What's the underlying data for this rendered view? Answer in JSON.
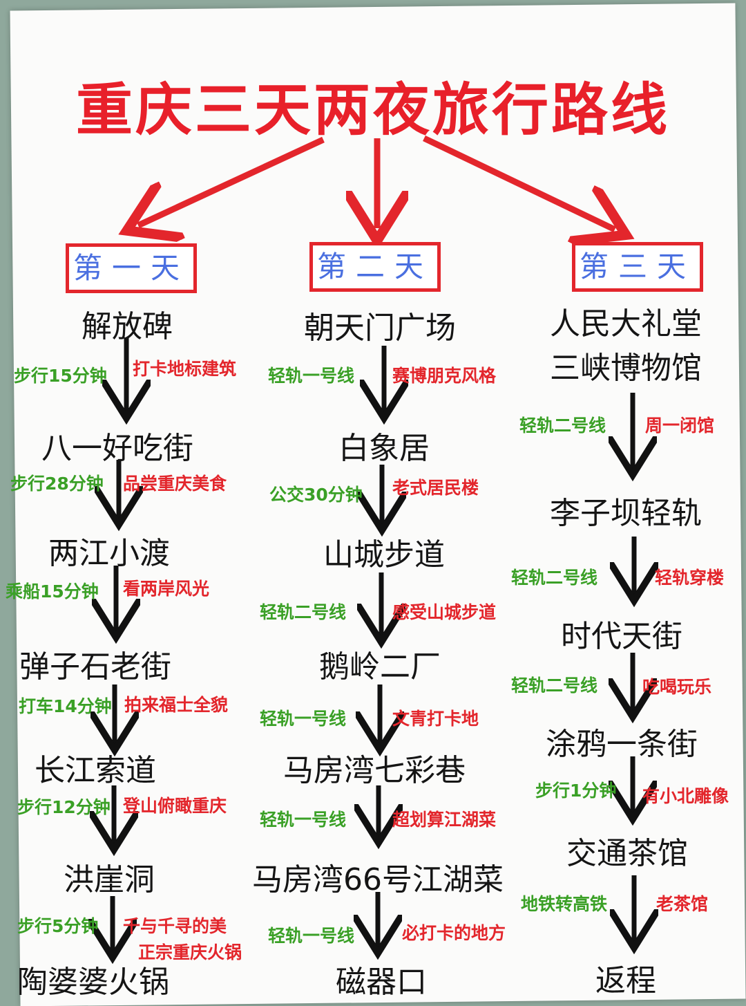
{
  "title": "重庆三天两夜旅行路线",
  "colors": {
    "title": "#e8202a",
    "box": "#e3262c",
    "day_text": "#4a6fe0",
    "transport": "#3aa026",
    "note": "#e3262c"
  },
  "day1": {
    "label": "第一天",
    "stops": [
      "解放碑",
      "八一好吃街",
      "两江小渡",
      "弹子石老街",
      "长江索道",
      "洪崖洞",
      "陶婆婆火锅"
    ],
    "transport": [
      "步行15分钟",
      "步行28分钟",
      "乘船15分钟",
      "打车14分钟",
      "步行12分钟",
      "步行5分钟"
    ],
    "notes": [
      "打卡地标建筑",
      "品尝重庆美食",
      "看两岸风光",
      "拍来福士全貌",
      "登山俯瞰重庆",
      "千与千寻的美"
    ],
    "extra_note": "正宗重庆火锅"
  },
  "day2": {
    "label": "第二天",
    "stops": [
      "朝天门广场",
      "白象居",
      "山城步道",
      "鹅岭二厂",
      "马房湾七彩巷",
      "马房湾66号江湖菜",
      "磁器口"
    ],
    "transport": [
      "轻轨一号线",
      "公交30分钟",
      "轻轨二号线",
      "轻轨一号线",
      "轻轨一号线",
      "轻轨一号线"
    ],
    "notes": [
      "赛博朋克风格",
      "老式居民楼",
      "感受山城步道",
      "文青打卡地",
      "超划算江湖菜",
      "必打卡的地方"
    ]
  },
  "day3": {
    "label": "第三天",
    "stops": [
      "人民大礼堂",
      "三峡博物馆",
      "李子坝轻轨",
      "时代天街",
      "涂鸦一条街",
      "交通茶馆",
      "返程"
    ],
    "transport": [
      "轻轨二号线",
      "轻轨二号线",
      "轻轨二号线",
      "步行1分钟",
      "地铁转高铁"
    ],
    "notes": [
      "周一闭馆",
      "轻轨穿楼",
      "吃喝玩乐",
      "有小北雕像",
      "老茶馆"
    ]
  }
}
